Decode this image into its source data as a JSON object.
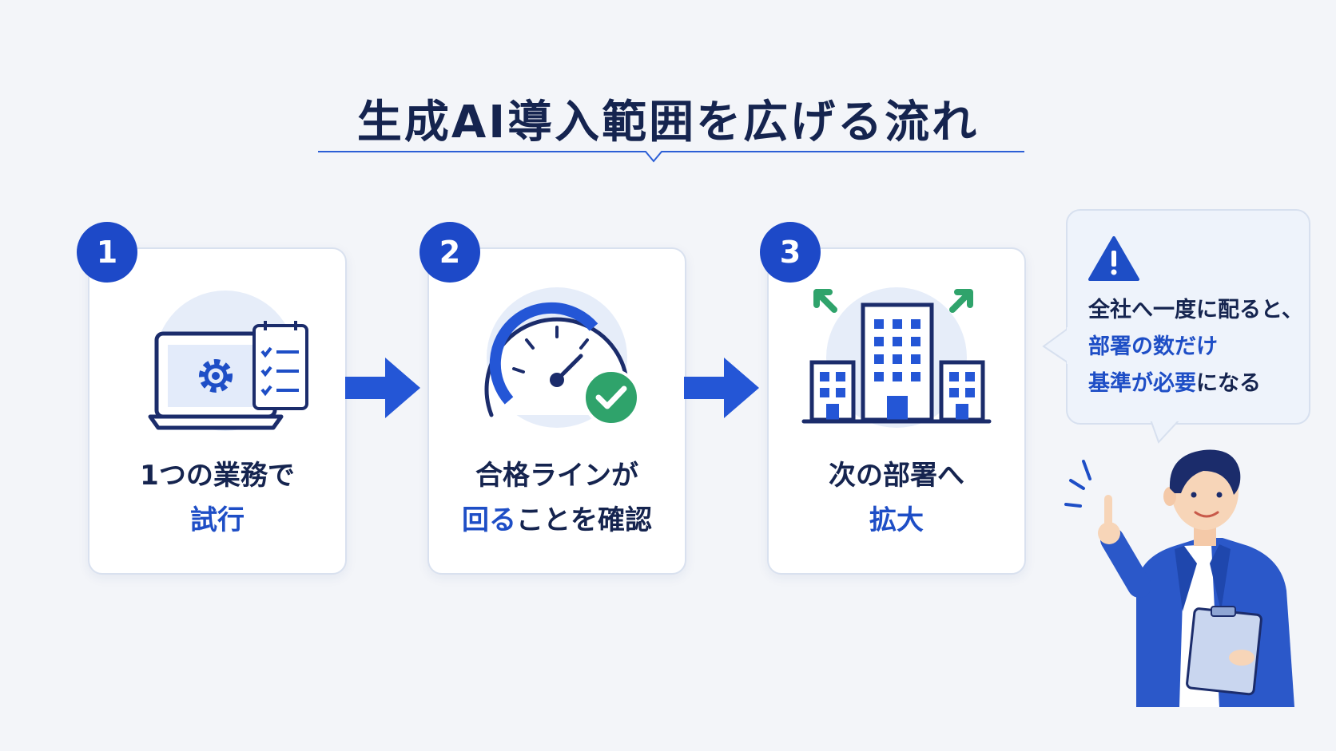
{
  "title": "生成AI導入範囲を広げる流れ",
  "steps": [
    {
      "number": "1",
      "line1": "1つの業務で",
      "line2_highlight": "試行",
      "line2_rest": "",
      "icon": "laptop-gear-checklist-icon"
    },
    {
      "number": "2",
      "line1": "合格ラインが",
      "line2_highlight": "回る",
      "line2_rest": "ことを確認",
      "icon": "speedometer-check-icon"
    },
    {
      "number": "3",
      "line1": "次の部署へ",
      "line2_highlight": "拡大",
      "line2_rest": "",
      "icon": "buildings-expand-icon"
    }
  ],
  "callout": {
    "icon": "warning-icon",
    "line1": "全社へ一度に配ると、",
    "line2": "部署の数だけ",
    "line3_highlight": "基準が必要",
    "line3_rest": "になる"
  },
  "colors": {
    "accent": "#1e4ec6",
    "navy": "#15244f",
    "green": "#2fa36b",
    "background": "#f3f5f9"
  }
}
